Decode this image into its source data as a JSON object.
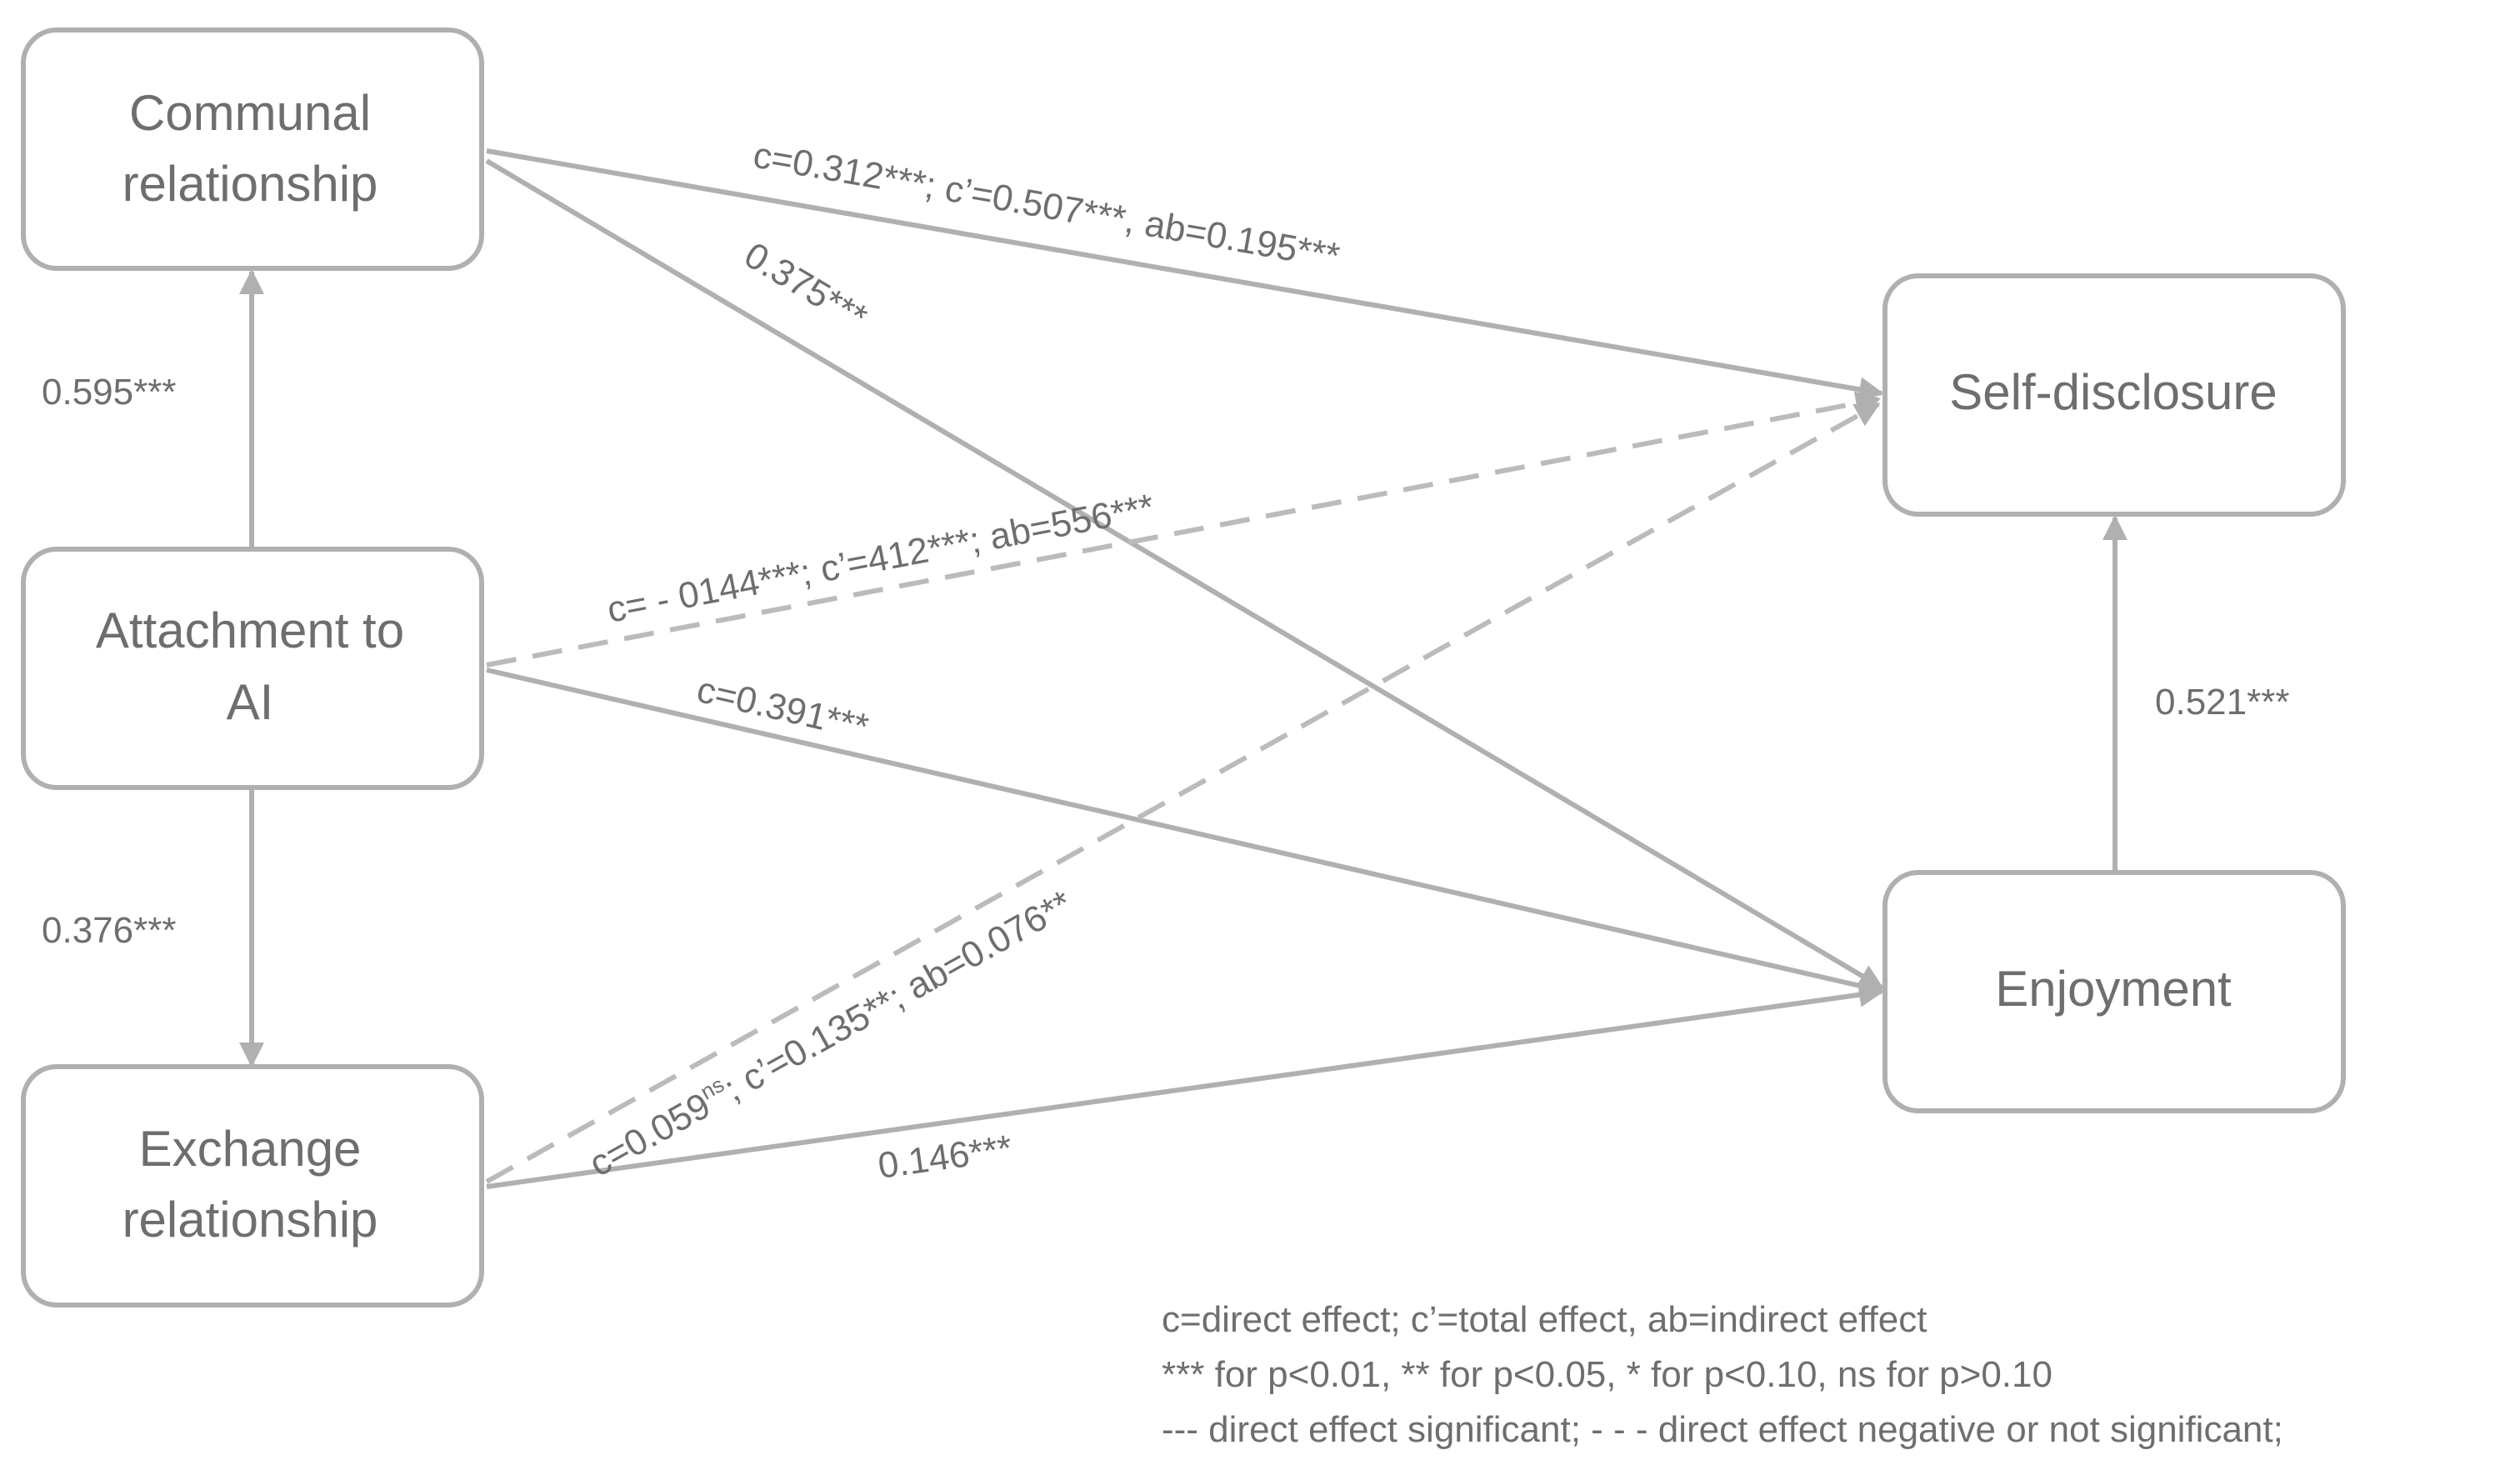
{
  "nodes": {
    "communal": {
      "lines": [
        "Communal",
        "relationship"
      ]
    },
    "attachment": {
      "lines": [
        "Attachment to",
        "AI"
      ]
    },
    "exchange": {
      "lines": [
        "Exchange",
        "relationship"
      ]
    },
    "self_disclosure": {
      "lines": [
        "Self-disclosure"
      ]
    },
    "enjoyment": {
      "lines": [
        "Enjoyment"
      ]
    }
  },
  "edges": {
    "attachment_to_communal": {
      "label": "0.595***",
      "style": "solid"
    },
    "attachment_to_exchange": {
      "label": "0.376***",
      "style": "solid"
    },
    "communal_to_self_disclosure": {
      "label": "c=0.312***; c’=0.507***,  ab=0.195***",
      "style": "solid"
    },
    "communal_to_enjoyment": {
      "label": "0.375***",
      "style": "solid"
    },
    "attachment_to_self_disclosure": {
      "label": "c= - 0144***; c’=412***; ab=556***",
      "style": "dashed"
    },
    "attachment_to_enjoyment": {
      "label": "c=0.391***",
      "style": "solid"
    },
    "exchange_to_self_disclosure": {
      "label_main": "c=0.059",
      "label_sup": "ns",
      "label_rest": "; c’=0.135**; ab=0.076**",
      "style": "dashed"
    },
    "exchange_to_enjoyment": {
      "label": "0.146***",
      "style": "solid"
    },
    "enjoyment_to_self_disclosure": {
      "label": "0.521***",
      "style": "solid"
    }
  },
  "legend": {
    "line1": "c=direct effect; c’=total effect, ab=indirect effect",
    "line2": "*** for p<0.01, ** for p<0.05, * for p<0.10, ns for p>0.10",
    "line3": "--- direct effect significant; - - - direct effect negative or not significant;"
  },
  "colors": {
    "line": "#b0b0b0",
    "text": "#6e6e6e",
    "background": "#ffffff"
  }
}
